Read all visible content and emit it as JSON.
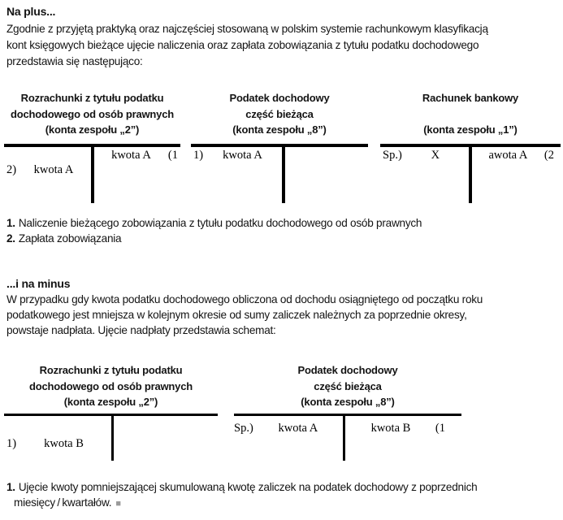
{
  "doc": {
    "colors": {
      "text": "#141414",
      "rule": "#000000",
      "end_marker": "#9a9a9a"
    },
    "section_plus": {
      "heading": "Na plus...",
      "para_lines": [
        "Zgodnie z przyjętą praktyką oraz najczęściej stosowaną w polskim systemie rachunkowym klasyfikacją",
        "kont księgowych bieżące ujęcie naliczenia oraz zapłata zobowiązania z tytułu podatku dochodowego",
        "przedstawia się następująco:"
      ]
    },
    "schema1": {
      "accounts": [
        {
          "title1": "Rozrachunki z tytułu podatku",
          "title2": "dochodowego od osób prawnych",
          "title3": "(konta zespołu „2”)",
          "credit_amount": "kwota A",
          "credit_ref": "(1",
          "debit_ref": "2)",
          "debit_amount": "kwota A"
        },
        {
          "title1": "Podatek dochodowy",
          "title2": "część bieżąca",
          "title3": "(konta zespołu „8”)",
          "debit_ref": "1)",
          "debit_amount": "kwota A"
        },
        {
          "title1": "Rachunek bankowy",
          "title2": "",
          "title3": "(konta zespołu „1”)",
          "debit_ref": "Sp.)",
          "debit_amount": "X",
          "credit_amount": "awota A",
          "credit_ref": "(2"
        }
      ],
      "notes": [
        {
          "num": "1.",
          "text": "Naliczenie bieżącego zobowiązania z tytułu podatku dochodowego od osób prawnych"
        },
        {
          "num": "2.",
          "text": "Zapłata zobowiązania"
        }
      ]
    },
    "section_minus": {
      "heading": "...i na minus",
      "para_lines": [
        "W przypadku gdy kwota podatku dochodowego obliczona od dochodu osiągniętego od początku roku",
        "podatkowego jest mniejsza w kolejnym okresie od sumy zaliczek należnych za poprzednie okresy,",
        "powstaje nadpłata. Ujęcie nadpłaty przedstawia schemat:"
      ]
    },
    "schema2": {
      "accounts": [
        {
          "title1": "Rozrachunki z tytułu podatku",
          "title2": "dochodowego od osób prawnych",
          "title3": "(konta zespołu „2”)",
          "debit_ref": "1)",
          "debit_amount": "kwota B"
        },
        {
          "title1": "Podatek dochodowy",
          "title2": "część bieżąca",
          "title3": "(konta zespołu „8”)",
          "debit_ref": "Sp.)",
          "debit_amount": "kwota A",
          "credit_amount": "kwota B",
          "credit_ref": "(1"
        }
      ],
      "note": {
        "num": "1.",
        "line1": "Ujęcie kwoty pomniejszającej skumulowaną kwotę zaliczek na podatek dochodowy z poprzednich",
        "line2": "miesięcy / kwartałów.",
        "end_marker": "■"
      }
    }
  }
}
